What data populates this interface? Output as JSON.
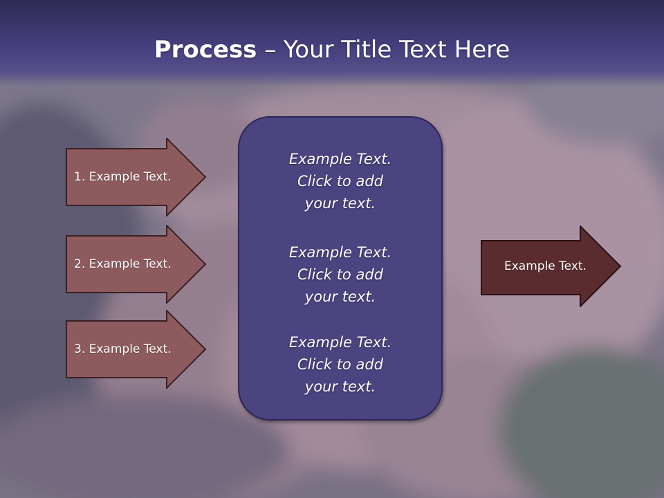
{
  "slide": {
    "title_bold": "Process",
    "title_rest": " – Your Title Text Here"
  },
  "left_arrows": [
    {
      "label": "1. Example Text."
    },
    {
      "label": "2. Example Text."
    },
    {
      "label": "3. Example Text."
    }
  ],
  "center_blocks": [
    {
      "lines": [
        "Example Text.",
        "Click  to add",
        "your text."
      ]
    },
    {
      "lines": [
        "Example Text.",
        "Click  to add",
        "your text."
      ]
    },
    {
      "lines": [
        "Example Text.",
        "Click  to add",
        "your text."
      ]
    }
  ],
  "right_arrow": {
    "label": "Example Text."
  },
  "colors": {
    "title_bar": "#463f7e",
    "left_arrow_fill": "#8d5a5d",
    "right_arrow_fill": "#5a2c30",
    "center_box_fill": "#4b4481"
  }
}
